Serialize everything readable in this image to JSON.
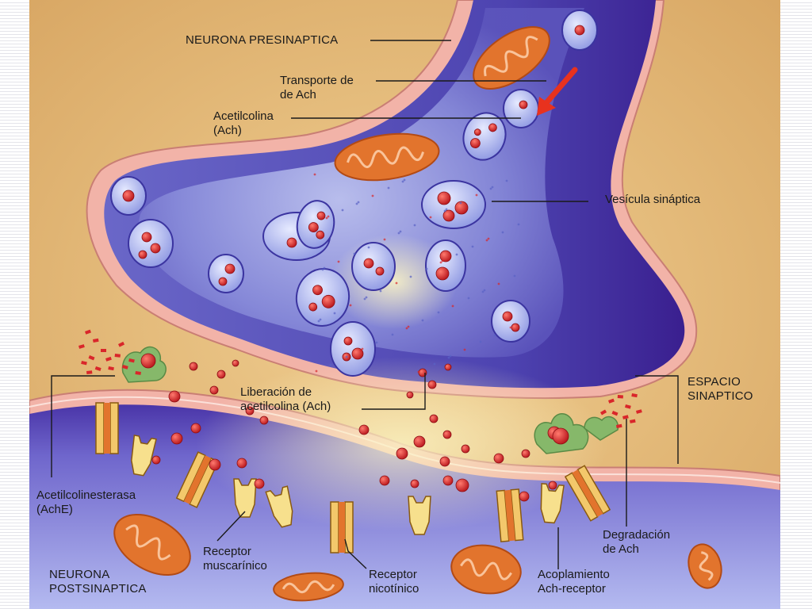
{
  "labels": {
    "presynaptic": "NEURONA PRESINAPTICA",
    "ach_transport": "Transporte de\nde Ach",
    "acetylcholine": "Acetilcolina\n(Ach)",
    "synaptic_vesicle": "Vesícula sináptica",
    "ach_release": "Liberación de\nacetilcolina (Ach)",
    "synaptic_space": "ESPACIO\nSINAPTICO",
    "acetylcholinesterase": "Acetilcolinesterasa\n(AchE)",
    "muscarinic_receptor": "Receptor\nmuscarínico",
    "nicotinic_receptor": "Receptor\nnicotínico",
    "postsynaptic": "NEURONA\nPOSTSINAPTICA",
    "coupling": "Acoplamiento\nAch-receptor",
    "degradation": "Degradación\nde Ach"
  },
  "colors": {
    "background_tissue": "#e8c07e",
    "membrane": "#f2b3a8",
    "neuron_body": "#5b4fb8",
    "neuron_dark": "#3a1f8f",
    "vesicle": "#a9b4f0",
    "ach_molecule": "#d9262a",
    "mitochondria": "#e2742d",
    "receptor": "#f3c86b",
    "enzyme": "#86b86a",
    "arrow": "#e8321e"
  }
}
